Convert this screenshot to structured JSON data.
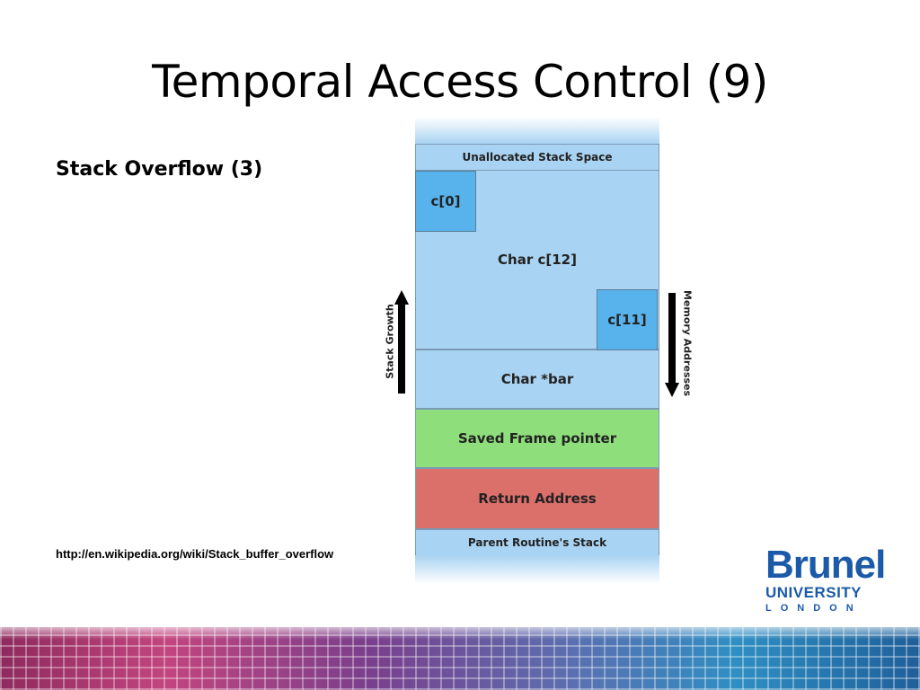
{
  "slide": {
    "title": "Temporal Access Control (9)",
    "subtitle": "Stack Overflow (3)",
    "link": "http://en.wikipedia.org/wiki/Stack_buffer_overflow"
  },
  "diagram": {
    "blocks": {
      "unallocated": "Unallocated Stack Space",
      "char_array": "Char c[12]",
      "char_bar": "Char *bar",
      "saved_frame": "Saved Frame pointer",
      "return_address": "Return Address",
      "parent_stack": "Parent Routine's Stack"
    },
    "cells": {
      "first": "c[0]",
      "last": "c[11]"
    },
    "arrows": {
      "left_label": "Stack Growth",
      "right_label": "Memory Addresses"
    },
    "colors": {
      "stack_blue": "#a9d3f2",
      "cell_blue": "#58b2ec",
      "saved_green": "#8fde7c",
      "return_red": "#db6f6a"
    }
  },
  "logo": {
    "name": "Brunel",
    "line2": "UNIVERSITY",
    "line3": "LONDON",
    "color": "#1b5aa8"
  }
}
